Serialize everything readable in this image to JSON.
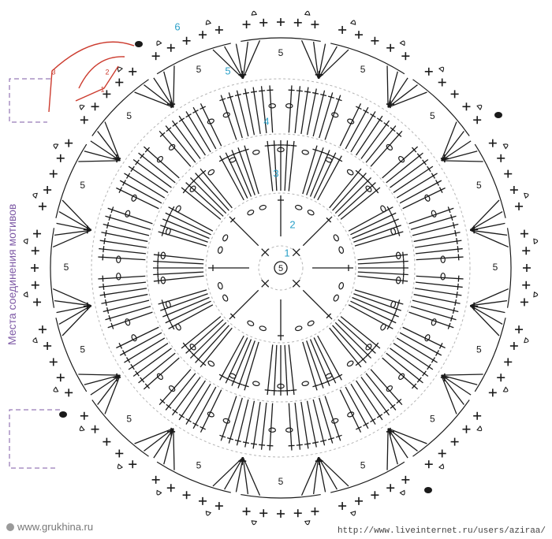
{
  "diagram": {
    "rows": [
      "1",
      "2",
      "3",
      "4",
      "5",
      "6"
    ],
    "chain_count": "5",
    "joining_label": "Места соединения мотивов",
    "joining_steps": [
      "1",
      "2",
      "3"
    ],
    "colors": {
      "ink": "#1a1a1a",
      "row_number": "#2aa0c8",
      "joining_arrows": "#cc3b2e",
      "joining_label": "#7e5aa6",
      "guide_circles": "#b5b5b5"
    }
  },
  "footer": {
    "site": "www.grukhina.ru",
    "source_url": "http://www.liveinternet.ru/users/aziraa/"
  }
}
